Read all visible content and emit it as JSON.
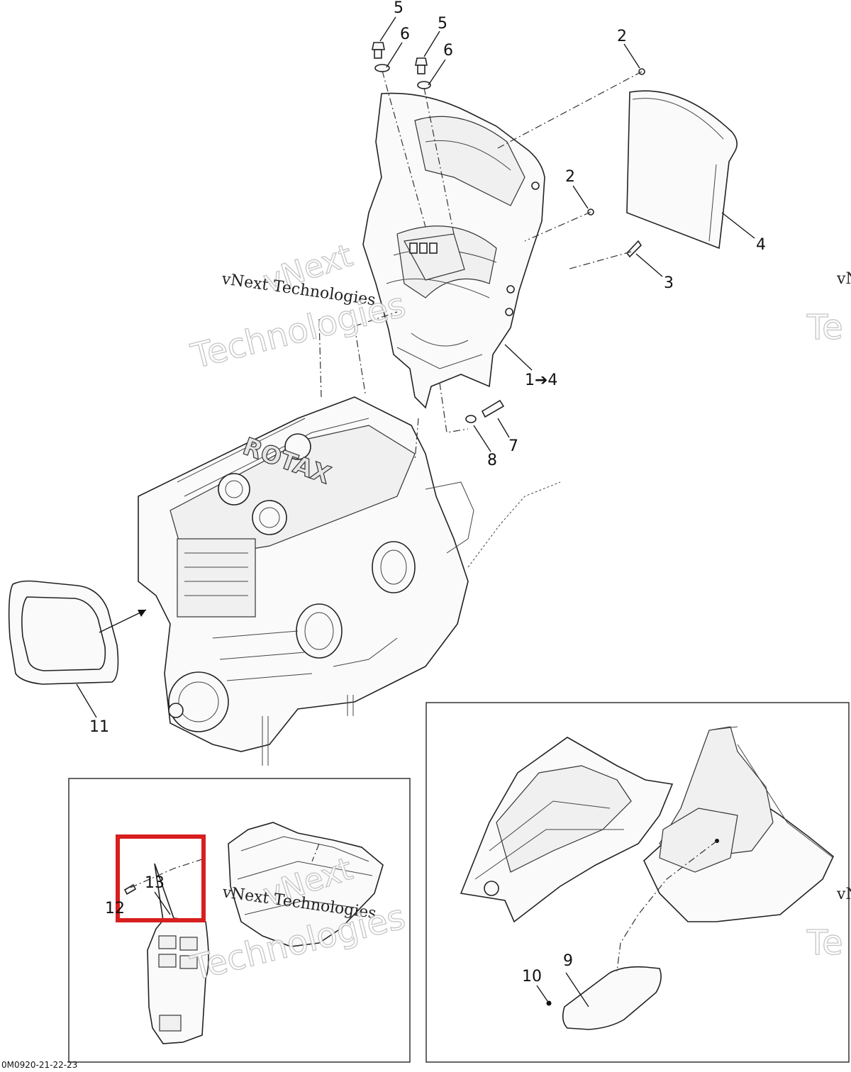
{
  "diagram": {
    "callouts": [
      {
        "id": "c5a",
        "label": "5"
      },
      {
        "id": "c6a",
        "label": "6"
      },
      {
        "id": "c5b",
        "label": "5"
      },
      {
        "id": "c6b",
        "label": "6"
      },
      {
        "id": "c2a",
        "label": "2"
      },
      {
        "id": "c2b",
        "label": "2"
      },
      {
        "id": "c4",
        "label": "4"
      },
      {
        "id": "c3",
        "label": "3"
      },
      {
        "id": "c14",
        "label": "1➔4"
      },
      {
        "id": "c7",
        "label": "7"
      },
      {
        "id": "c8",
        "label": "8"
      },
      {
        "id": "c11",
        "label": "11"
      },
      {
        "id": "c13",
        "label": "13"
      },
      {
        "id": "c12",
        "label": "12"
      },
      {
        "id": "c9",
        "label": "9"
      },
      {
        "id": "c10",
        "label": "10"
      }
    ],
    "engine_logo_text": "ROTAX",
    "drawing_code": "0M0920-21-22-23",
    "highlight_color": "#d81e1e"
  },
  "watermarks": {
    "line_small": "vNext Technologies",
    "line_top": "vNext",
    "line_bottom": "Technologies",
    "edge_small": "vN",
    "edge_big": "Te"
  }
}
